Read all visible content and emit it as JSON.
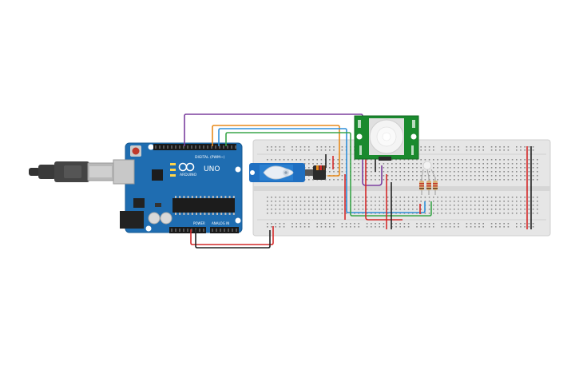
{
  "arduino": {
    "logo_text": "ARDUINO",
    "model": "UNO",
    "digital_label": "DIGITAL (PWM~)",
    "power_label": "POWER",
    "analog_label": "ANALOG IN",
    "board_color": "#1f6db1"
  },
  "pir": {
    "board_color": "#1a8a2e"
  },
  "wires": {
    "purple": "#7b3f9e",
    "orange": "#e88a1a",
    "blue": "#2f8fd8",
    "green": "#3aa64a",
    "red": "#d42a2a",
    "black": "#222222"
  },
  "breadboard": {
    "color": "#e6e6e6"
  }
}
